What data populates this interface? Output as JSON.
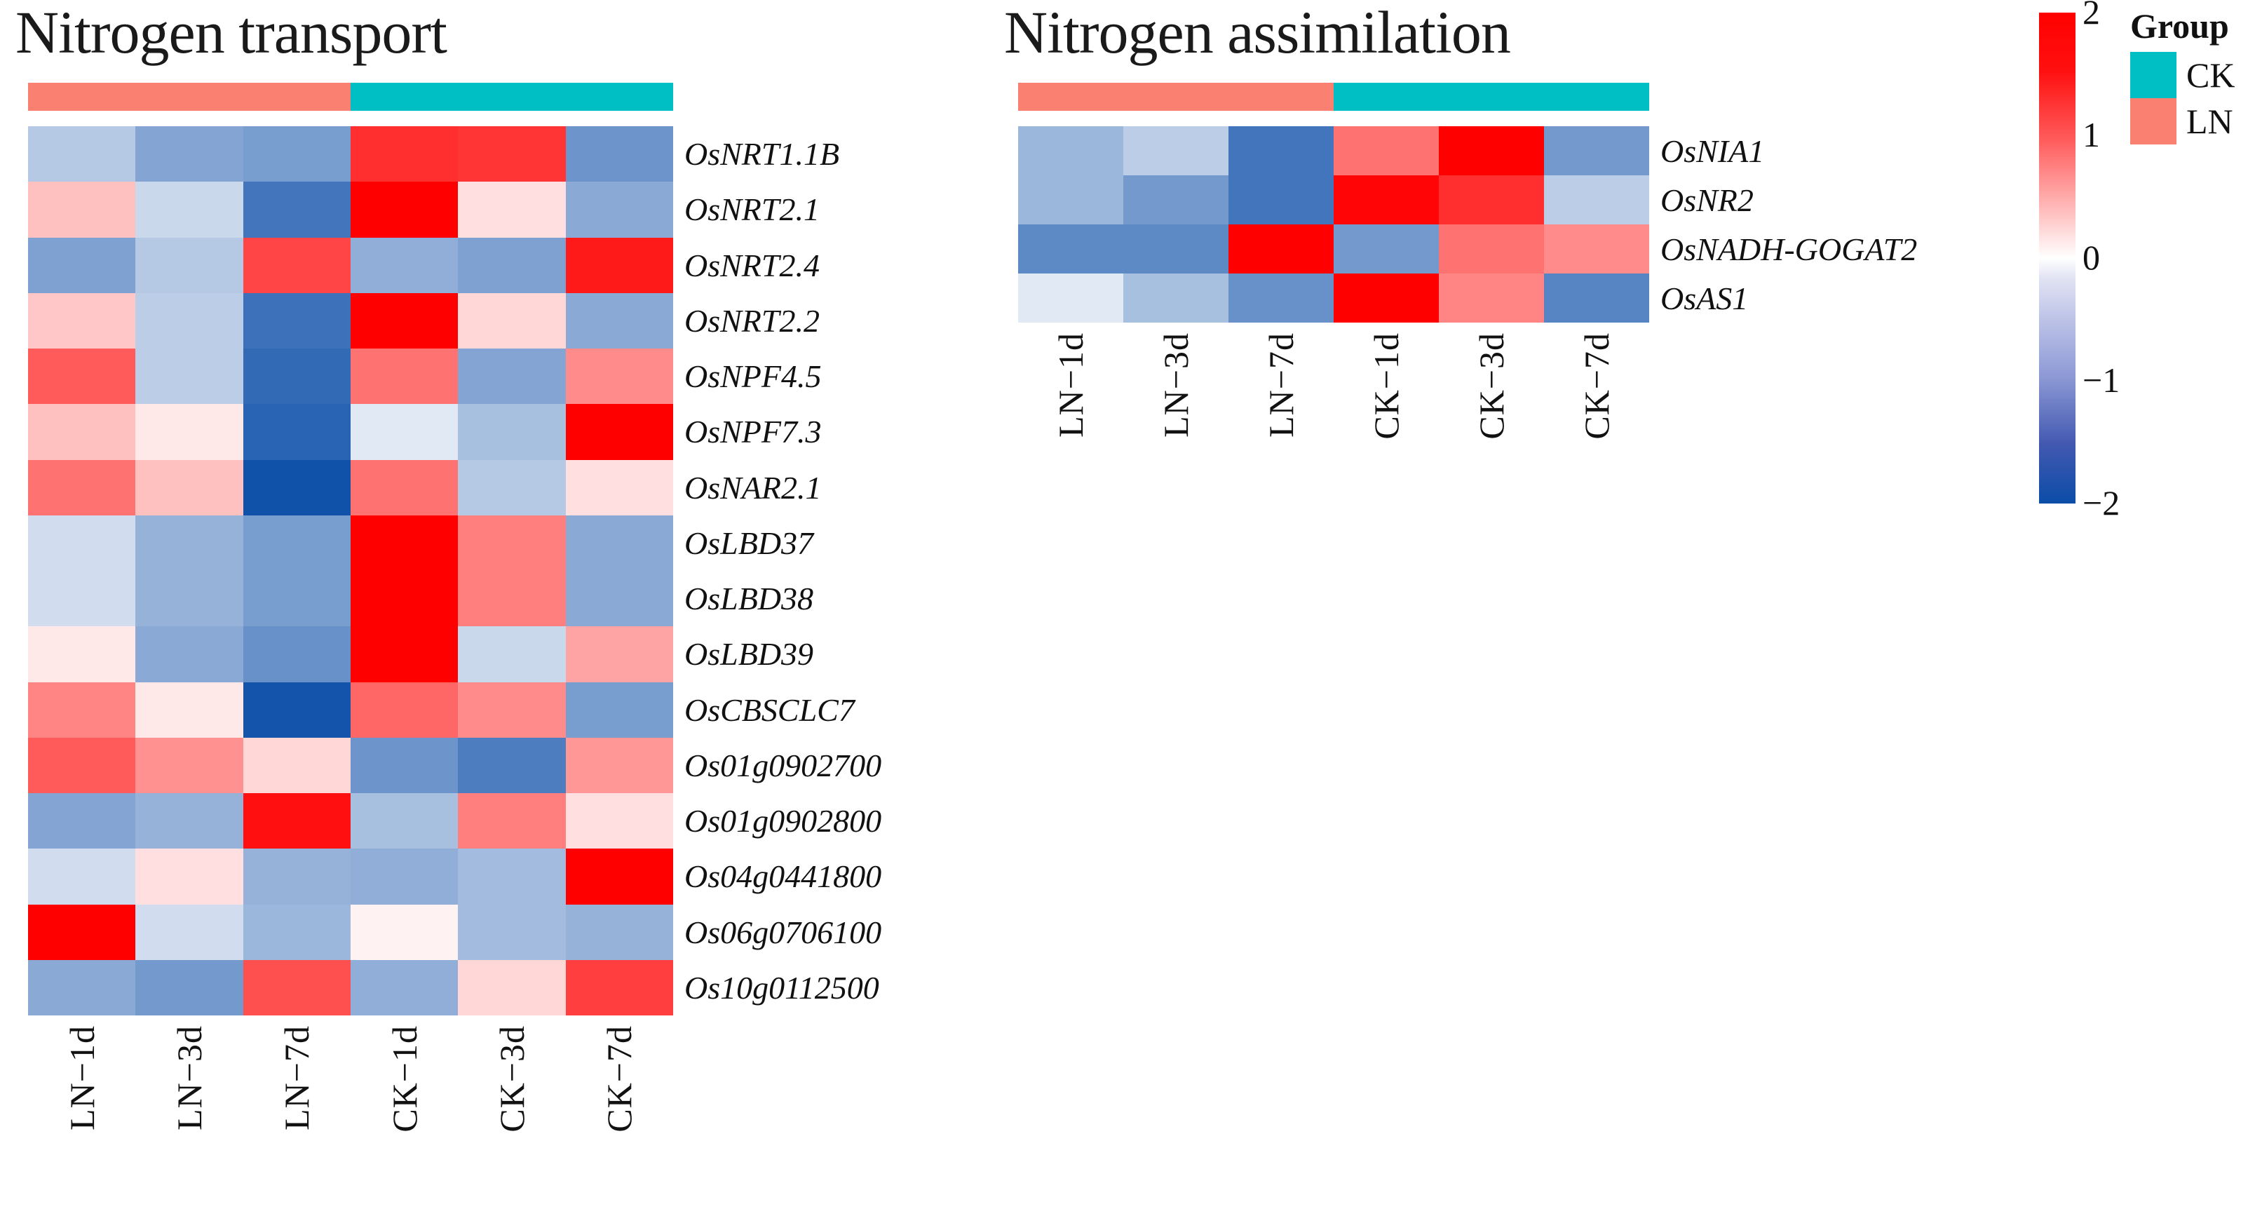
{
  "figure": {
    "colorbar": {
      "ticks": [
        "2",
        "1",
        "0",
        "−1",
        "−2"
      ],
      "vmin": -2,
      "vmax": 2,
      "low_color": "#0B4DA8",
      "mid_color": "#FFFFFF",
      "high_color": "#FF0000"
    },
    "legend": {
      "title": "Group",
      "items": [
        {
          "label": "CK",
          "color": "#00BFC4"
        },
        {
          "label": "LN",
          "color": "#FA8072"
        }
      ]
    }
  },
  "panels": [
    {
      "title": "Nitrogen transport",
      "columns": [
        "LN−1d",
        "LN−3d",
        "LN−7d",
        "CK−1d",
        "CK−3d",
        "CK−7d"
      ],
      "group_bar": [
        {
          "group": "LN",
          "color": "#FA8072",
          "span": 3
        },
        {
          "group": "CK",
          "color": "#00BFC4",
          "span": 3
        }
      ],
      "rows": [
        "OsNRT1.1B",
        "OsNRT2.1",
        "OsNRT2.4",
        "OsNRT2.2",
        "OsNPF4.5",
        "OsNPF7.3",
        "OsNAR2.1",
        "OsLBD37",
        "OsLBD38",
        "OsLBD39",
        "OsCBSCLC7",
        "Os01g0902700",
        "Os01g0902800",
        "Os04g0441800",
        "Os06g0706100",
        "Os10g0112500"
      ],
      "chart_data": {
        "type": "heatmap",
        "title": "Nitrogen transport",
        "xlabel": "",
        "ylabel": "",
        "zlim": [
          -2,
          2
        ],
        "x": [
          "LN−1d",
          "LN−3d",
          "LN−7d",
          "CK−1d",
          "CK−3d",
          "CK−7d"
        ],
        "y": [
          "OsNRT1.1B",
          "OsNRT2.1",
          "OsNRT2.4",
          "OsNRT2.2",
          "OsNPF4.5",
          "OsNPF7.3",
          "OsNAR2.1",
          "OsLBD37",
          "OsLBD38",
          "OsLBD39",
          "OsCBSCLC7",
          "Os01g0902700",
          "Os01g0902800",
          "Os04g0441800",
          "Os06g0706100",
          "Os10g0112500"
        ],
        "values": [
          [
            -0.45,
            -0.85,
            -0.95,
            1.55,
            1.5,
            -1.05
          ],
          [
            0.35,
            -0.3,
            -1.45,
            2.0,
            0.15,
            -0.8
          ],
          [
            -0.9,
            -0.45,
            1.35,
            -0.75,
            -0.9,
            1.75
          ],
          [
            0.3,
            -0.4,
            -1.5,
            2.0,
            0.2,
            -0.8
          ],
          [
            1.15,
            -0.4,
            -1.6,
            0.95,
            -0.85,
            0.75
          ],
          [
            0.35,
            0.1,
            -1.7,
            -0.15,
            -0.55,
            2.0
          ],
          [
            0.95,
            0.35,
            -1.95,
            0.95,
            -0.45,
            0.15
          ],
          [
            -0.25,
            -0.7,
            -0.95,
            2.0,
            0.85,
            -0.8
          ],
          [
            -0.25,
            -0.7,
            -0.95,
            2.0,
            0.85,
            -0.8
          ],
          [
            0.1,
            -0.8,
            -1.1,
            2.0,
            -0.3,
            0.55
          ],
          [
            0.8,
            0.1,
            -1.9,
            1.05,
            0.75,
            -0.95
          ],
          [
            1.15,
            0.7,
            0.2,
            -1.05,
            -1.35,
            0.65
          ],
          [
            -0.85,
            -0.7,
            1.85,
            -0.55,
            0.85,
            0.15
          ],
          [
            -0.25,
            0.15,
            -0.7,
            -0.75,
            -0.6,
            2.0
          ],
          [
            2.0,
            -0.25,
            -0.65,
            0.05,
            -0.6,
            -0.7
          ],
          [
            -0.8,
            -1.0,
            1.25,
            -0.75,
            0.2,
            1.4
          ]
        ]
      }
    },
    {
      "title": "Nitrogen assimilation",
      "columns": [
        "LN−1d",
        "LN−3d",
        "LN−7d",
        "CK−1d",
        "CK−3d",
        "CK−7d"
      ],
      "group_bar": [
        {
          "group": "LN",
          "color": "#FA8072",
          "span": 3
        },
        {
          "group": "CK",
          "color": "#00BFC4",
          "span": 3
        }
      ],
      "rows": [
        "OsNIA1",
        "OsNR2",
        "OsNADH-GOGAT2",
        "OsAS1"
      ],
      "chart_data": {
        "type": "heatmap",
        "title": "Nitrogen assimilation",
        "xlabel": "",
        "ylabel": "",
        "zlim": [
          -2,
          2
        ],
        "x": [
          "LN−1d",
          "LN−3d",
          "LN−7d",
          "CK−1d",
          "CK−3d",
          "CK−7d"
        ],
        "y": [
          "OsNIA1",
          "OsNR2",
          "OsNADH-GOGAT2",
          "OsAS1"
        ],
        "values": [
          [
            -0.65,
            -0.4,
            -1.45,
            0.95,
            2.0,
            -1.0
          ],
          [
            -0.65,
            -1.0,
            -1.45,
            1.95,
            1.55,
            -0.4
          ],
          [
            -1.2,
            -1.2,
            2.0,
            -1.0,
            0.95,
            0.75
          ],
          [
            -0.15,
            -0.55,
            -1.1,
            2.0,
            0.8,
            -1.25
          ]
        ]
      }
    }
  ]
}
